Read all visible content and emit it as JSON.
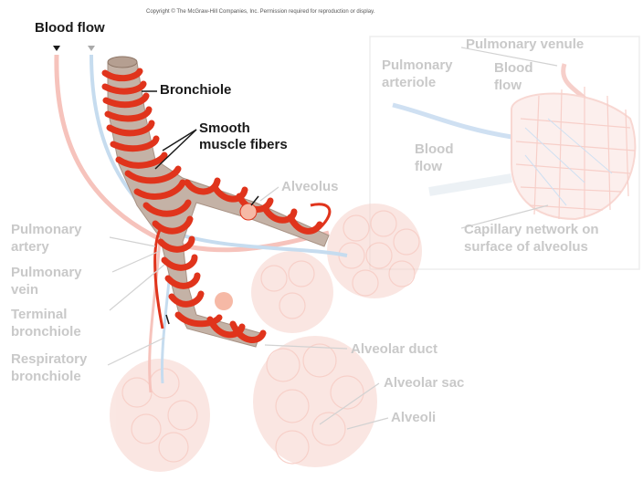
{
  "copyright": "Copyright © The McGraw-Hill Companies, Inc. Permission required for reproduction or display.",
  "labels": {
    "blood_flow_top": "Blood flow",
    "bronchiole": "Bronchiole",
    "smooth_muscle_1": "Smooth",
    "smooth_muscle_2": "muscle fibers",
    "alveolus": "Alveolus",
    "pulmonary_artery_1": "Pulmonary",
    "pulmonary_artery_2": "artery",
    "pulmonary_vein_1": "Pulmonary",
    "pulmonary_vein_2": "vein",
    "terminal_bronchiole_1": "Terminal",
    "terminal_bronchiole_2": "bronchiole",
    "respiratory_bronchiole_1": "Respiratory",
    "respiratory_bronchiole_2": "bronchiole",
    "alveolar_duct": "Alveolar duct",
    "alveolar_sac": "Alveolar sac",
    "alveoli": "Alveoli",
    "pulmonary_venule": "Pulmonary venule",
    "pulmonary_arteriole_1": "Pulmonary",
    "pulmonary_arteriole_2": "arteriole",
    "inset_blood_flow_right_1": "Blood",
    "inset_blood_flow_right_2": "flow",
    "inset_blood_flow_left_1": "Blood",
    "inset_blood_flow_left_2": "flow",
    "capillary_1": "Capillary network on",
    "capillary_2": "surface of alveolus"
  },
  "colors": {
    "muscle": "#e0341c",
    "airway": "#c4b2a6",
    "faded_tissue": "#f6cfc7",
    "vein_blue": "#a9c8e8",
    "artery_red": "#f0a8a0",
    "label_dark": "#1a1a1a",
    "label_faded": "#c9c9c9"
  }
}
